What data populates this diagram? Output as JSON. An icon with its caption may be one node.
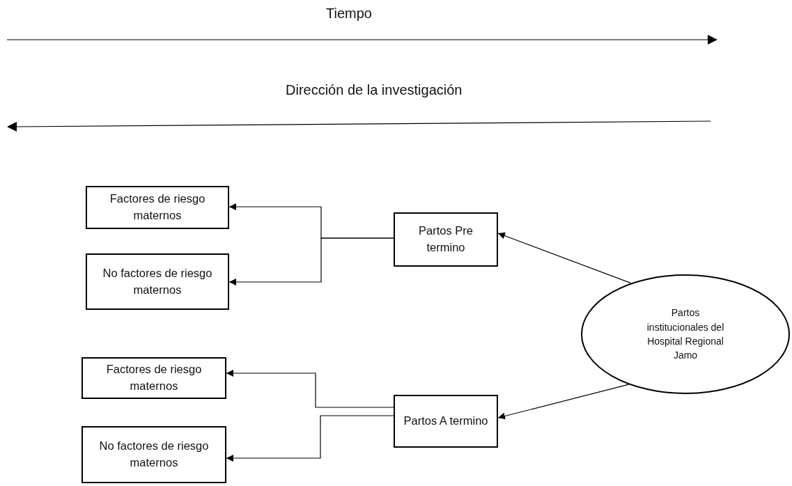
{
  "diagram": {
    "nodes": [
      {
        "text": [
          "Factores de riesgo maternos"
        ]
      },
      {
        "text": [
          "No factores de riesgo maternos"
        ]
      },
      {
        "text": [
          "Partos Pre termino"
        ]
      },
      {
        "text": [
          "Partos institucionales del Hospital Regional Jamo"
        ]
      },
      {
        "text": [
          "Factores de riesgo maternos"
        ]
      },
      {
        "text": [
          "No factores de riesgo maternos"
        ]
      },
      {
        "text": [
          "Partos A termino"
        ]
      }
    ],
    "edges": [
      {
        "from": 2,
        "to": 0,
        "arrow": "to"
      },
      {
        "from": 2,
        "to": 1,
        "arrow": "to"
      },
      {
        "from": 3,
        "to": 2,
        "arrow": "to"
      },
      {
        "from": 3,
        "to": 6,
        "arrow": "to"
      },
      {
        "from": 6,
        "to": 4,
        "arrow": "to"
      },
      {
        "from": 6,
        "to": 5,
        "arrow": "to"
      }
    ],
    "labels": [
      "Tiempo",
      "Dirección de la investigación"
    ]
  }
}
